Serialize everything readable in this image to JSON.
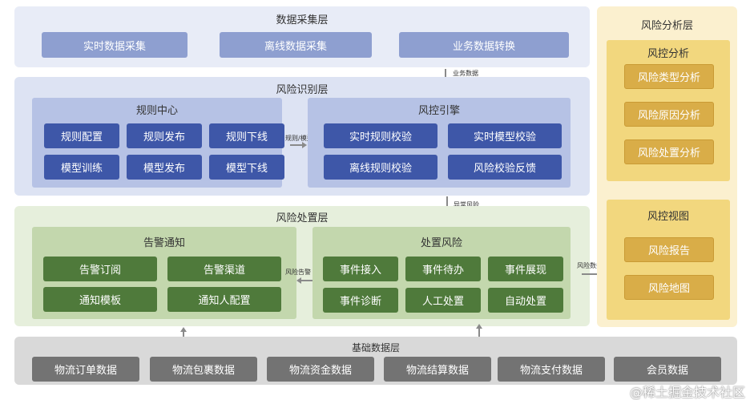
{
  "collection": {
    "title": "数据采集层",
    "items": [
      "实时数据采集",
      "离线数据采集",
      "业务数据转换"
    ]
  },
  "identify": {
    "title": "风险识别层",
    "rules": {
      "title": "规则中心",
      "items": [
        "规则配置",
        "规则发布",
        "规则下线",
        "模型训练",
        "模型发布",
        "模型下线"
      ]
    },
    "engine": {
      "title": "风控引擎",
      "items": [
        "实时规则校验",
        "实时模型校验",
        "离线规则校验",
        "风险校验反馈"
      ]
    }
  },
  "handle": {
    "title": "风险处置层",
    "alert": {
      "title": "告警通知",
      "items": [
        "告警订阅",
        "告警渠道",
        "通知模板",
        "通知人配置"
      ]
    },
    "dispose": {
      "title": "处置风险",
      "items": [
        "事件接入",
        "事件待办",
        "事件展现",
        "事件诊断",
        "人工处置",
        "自动处置"
      ]
    }
  },
  "base": {
    "title": "基础数据层",
    "items": [
      "物流订单数据",
      "物流包裹数据",
      "物流资金数据",
      "物流结算数据",
      "物流支付数据",
      "会员数据"
    ]
  },
  "analysis": {
    "title": "风险分析层",
    "control": {
      "title": "风控分析",
      "items": [
        "风险类型分析",
        "风险原因分析",
        "风险处置分析"
      ]
    },
    "view": {
      "title": "风控视图",
      "items": [
        "风险报告",
        "风险地图"
      ]
    }
  },
  "arrows": {
    "business_data": "业务数据",
    "rule_model": "规则/模型",
    "abnormal_risk": "异常风险",
    "risk_alert": "风险告警",
    "risk_data": "风险数据"
  },
  "watermark": "@稀土掘金技术社区",
  "colors": {
    "collection_bg": "#e8ecf7",
    "identify_bg": "#dde3f3",
    "handle_bg": "#e6efdc",
    "base_bg": "#d9d9d9",
    "analysis_bg": "#fbf0cf"
  }
}
